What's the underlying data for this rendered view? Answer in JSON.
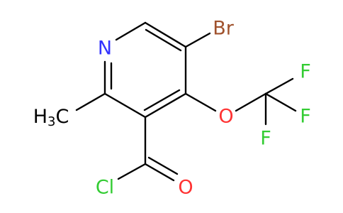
{
  "molecule": {
    "atoms": {
      "n1": {
        "text": "N",
        "color": "#3333ff"
      },
      "br": {
        "text": "Br",
        "color": "#a0522d"
      },
      "o_ether": {
        "text": "O",
        "color": "#ff3333"
      },
      "f1": {
        "text": "F",
        "color": "#33cc33"
      },
      "f2": {
        "text": "F",
        "color": "#33cc33"
      },
      "f3": {
        "text": "F",
        "color": "#33cc33"
      },
      "cl": {
        "text": "Cl",
        "color": "#33cc33"
      },
      "o_carbonyl": {
        "text": "O",
        "color": "#ff3333"
      },
      "methyl": {
        "text": "H",
        "subscript": "3",
        "suffix": "C",
        "color": "#000000"
      }
    }
  }
}
